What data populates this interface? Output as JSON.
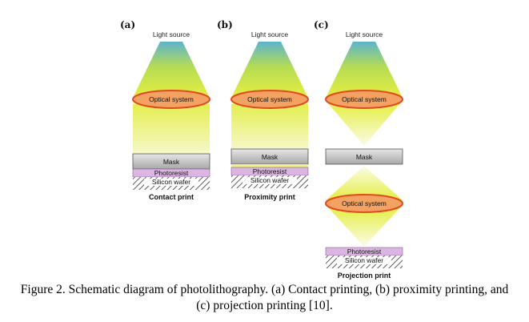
{
  "panels": [
    {
      "label": "(a)",
      "light_source": "Light source",
      "optical_system": "Optical system",
      "mask": "Mask",
      "photoresist": "Photoresist",
      "silicon_wafer": "Silicon wafer",
      "caption": "Contact print"
    },
    {
      "label": "(b)",
      "light_source": "Light source",
      "optical_system": "Optical system",
      "mask": "Mask",
      "photoresist": "Photoresist",
      "silicon_wafer": "Silicon wafer",
      "caption": "Proximity print"
    },
    {
      "label": "(c)",
      "light_source": "Light source",
      "optical_system_top": "Optical system",
      "mask": "Mask",
      "optical_system_bottom": "Optical system",
      "photoresist": "Photoresist",
      "silicon_wafer": "Silicon wafer",
      "caption": "Projection print"
    }
  ],
  "figure_caption_line1": "Figure 2. Schematic diagram of photolithography. (a) Contact printing, (b) proximity printing, and",
  "figure_caption_line2": "(c) projection printing [10].",
  "colors": {
    "light_top": "#5fb0c8",
    "light_bottom": "#e6f050",
    "lens_fill": "#f2a060",
    "lens_stroke": "#e04020",
    "mask_fill": "#c8c8c8",
    "photoresist_fill": "#d9b4e0"
  }
}
